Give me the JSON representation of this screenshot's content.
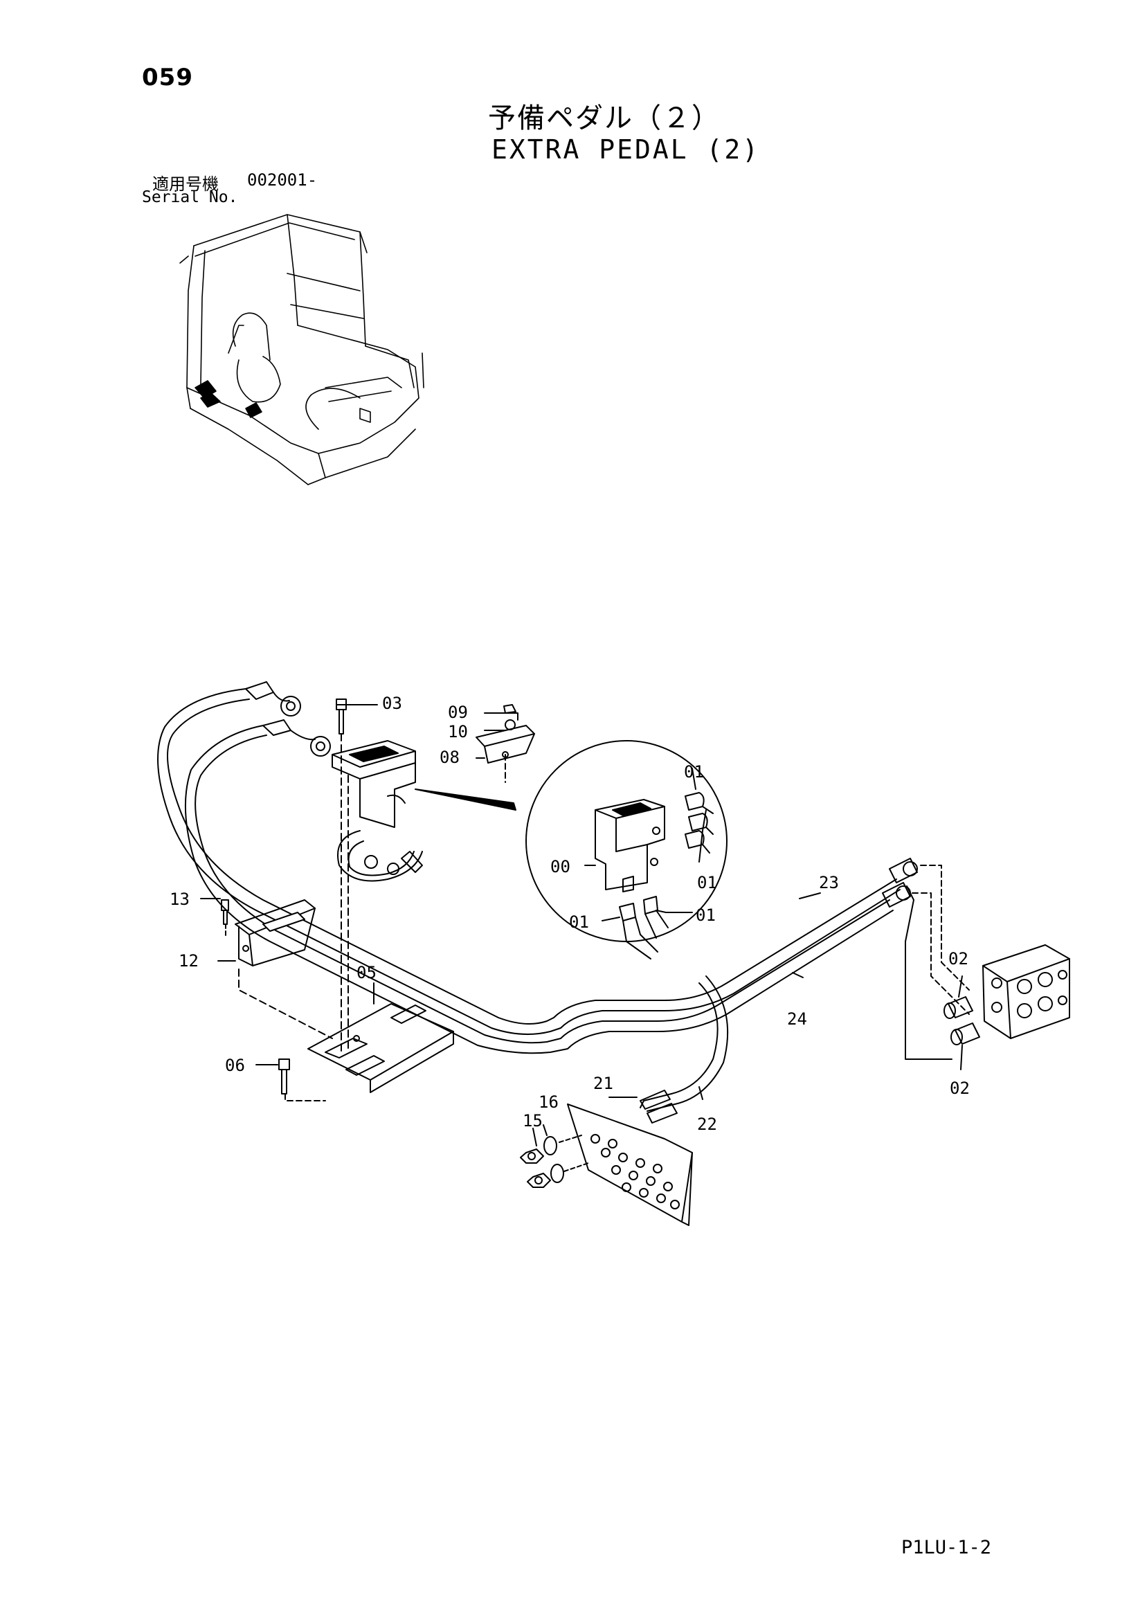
{
  "page_number": "059",
  "title_jp": "予備ペダル（２）",
  "title_en": "EXTRA PEDAL (2)",
  "serial": {
    "label_jp": "適用号機",
    "code": "002001-",
    "label_en": "Serial No."
  },
  "callouts": {
    "c03": "03",
    "c09": "09",
    "c10": "10",
    "c08": "08",
    "c01a": "01",
    "c00": "00",
    "c01b": "01",
    "c01c": "01",
    "c01d": "01",
    "c23": "23",
    "c13": "13",
    "c12": "12",
    "c05": "05",
    "c02a": "02",
    "c24": "24",
    "c02b": "02",
    "c06": "06",
    "c21": "21",
    "c16": "16",
    "c15": "15",
    "c22": "22"
  },
  "drawing_code": "P1LU-1-2"
}
